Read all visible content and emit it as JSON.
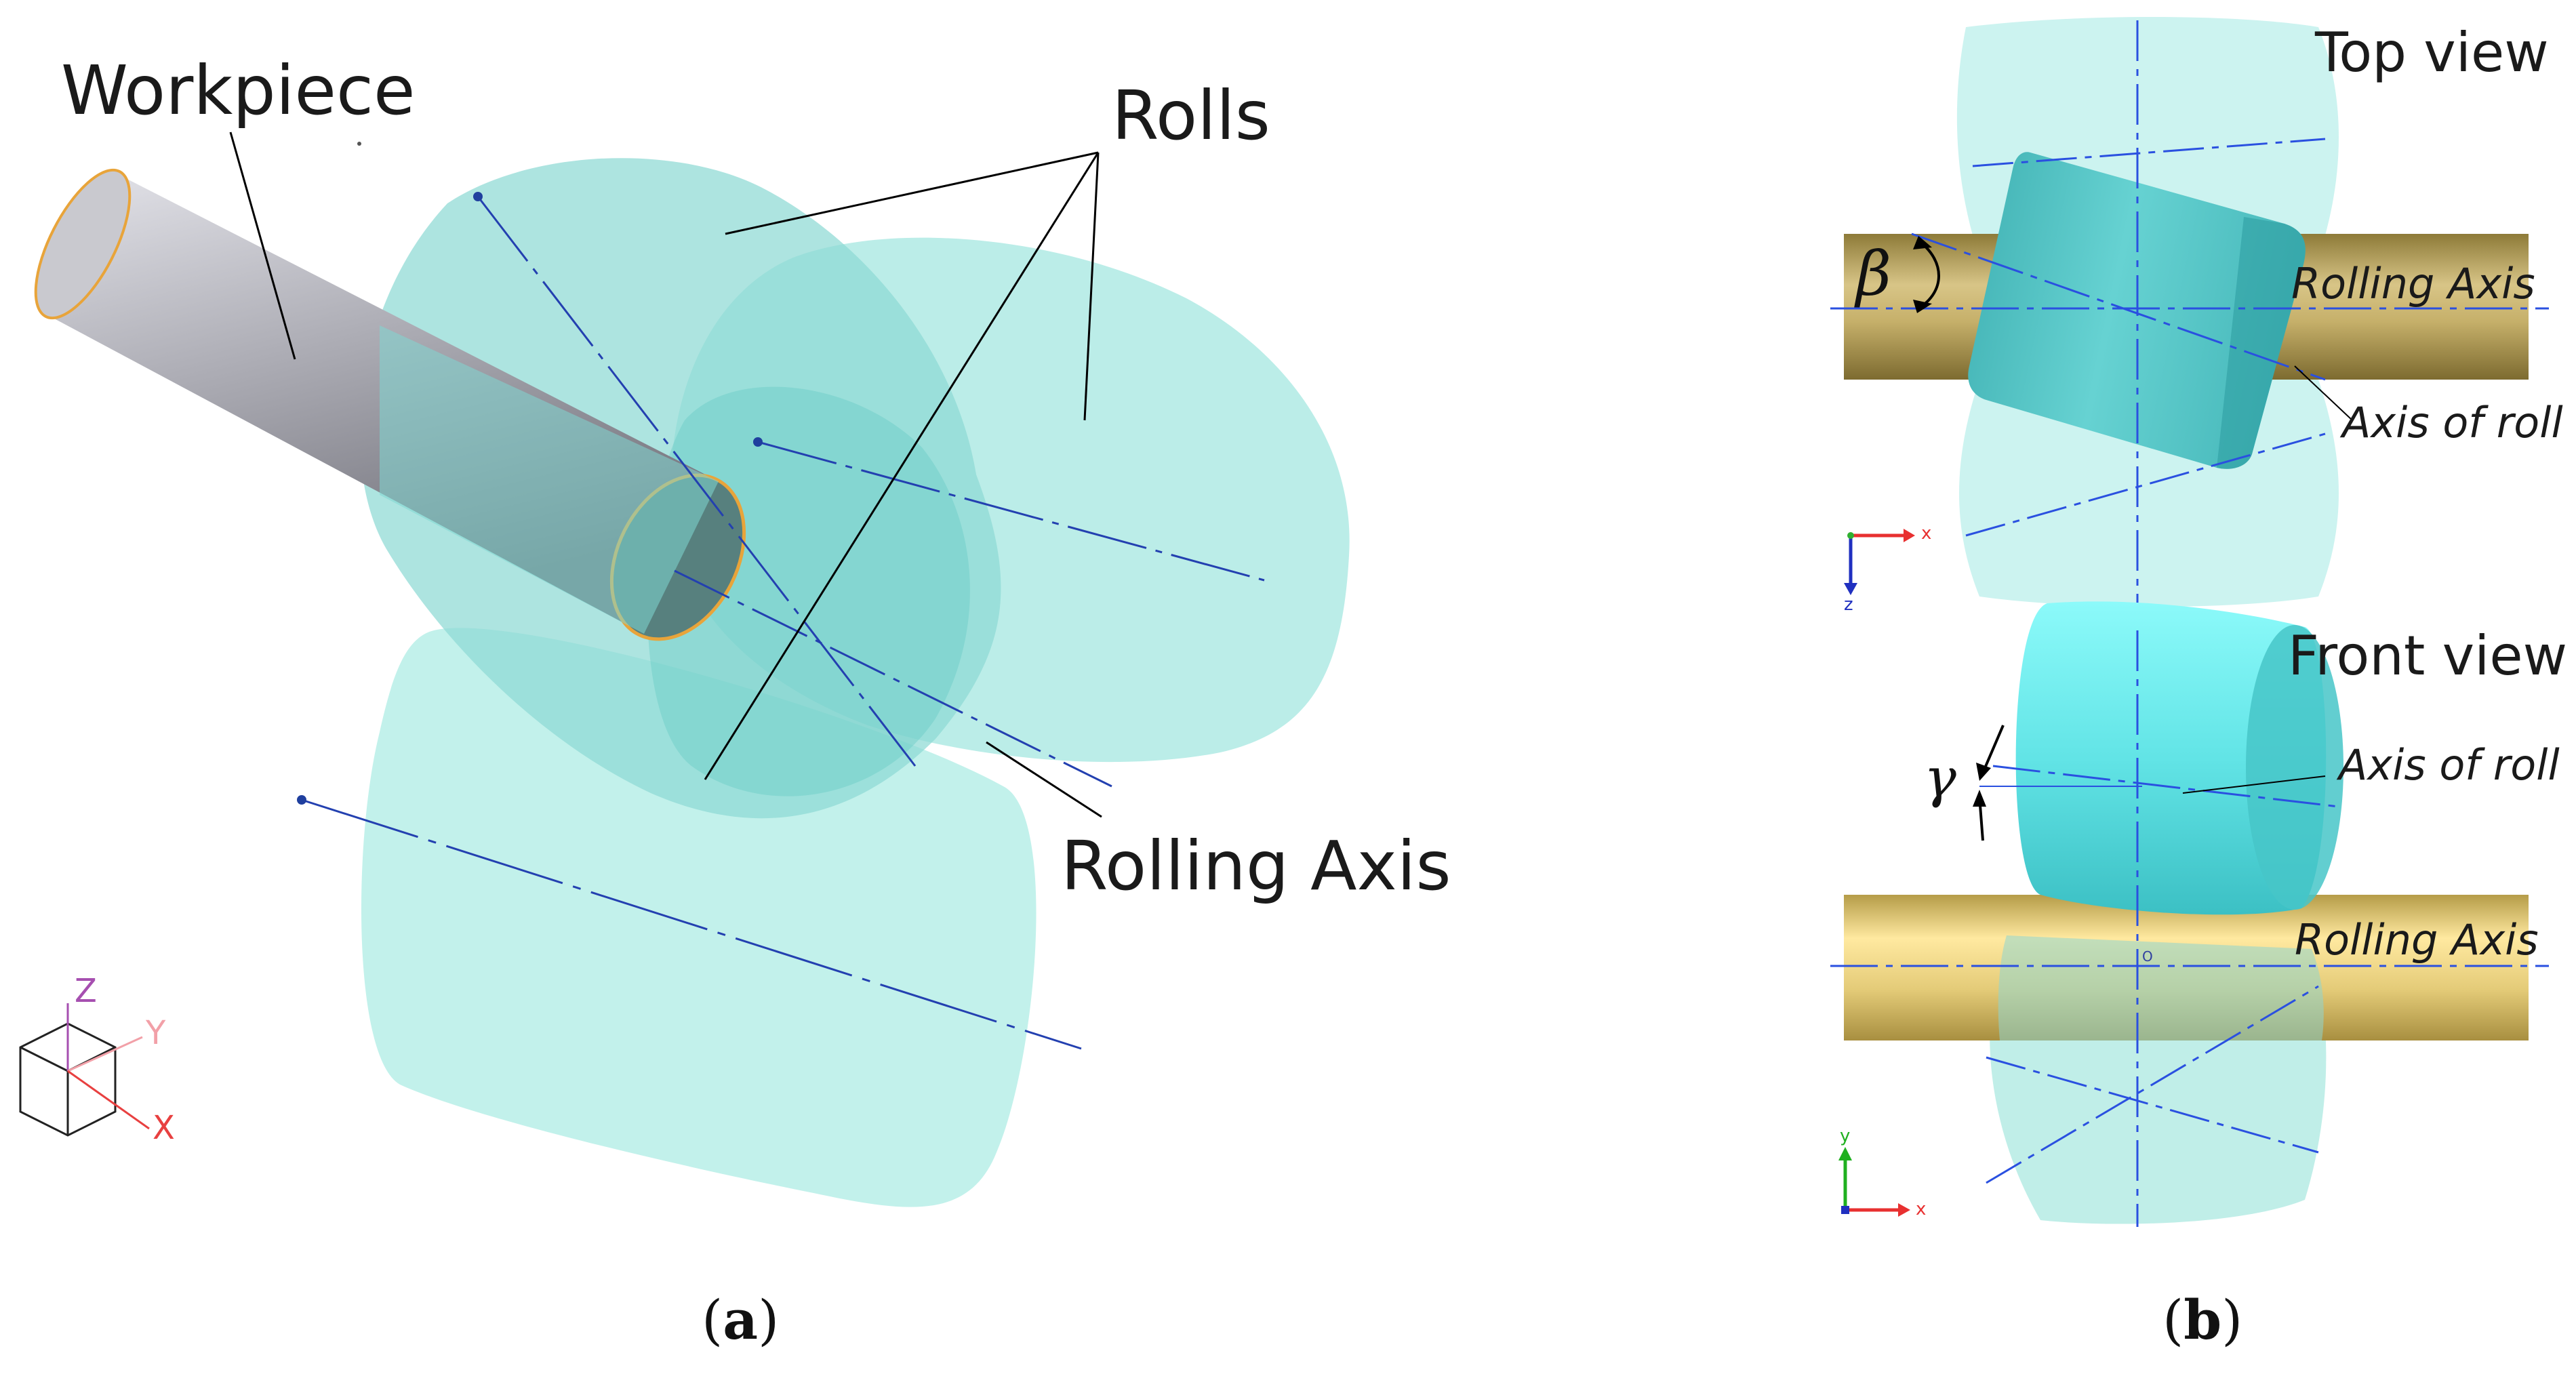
{
  "panel_a": {
    "label_workpiece": "Workpiece",
    "label_rolls": "Rolls",
    "label_rolling_axis": "Rolling Axis",
    "triad": {
      "z": "Z",
      "y": "Y",
      "x": "X"
    },
    "caption": {
      "open": "(",
      "letter": "a",
      "close": ")"
    }
  },
  "panel_b": {
    "top_view": {
      "title": "Top view",
      "angle_symbol": "β",
      "rolling_axis": "Rolling Axis",
      "axis_of_roll": "Axis of roll",
      "triad": {
        "x": "x",
        "z": "z"
      }
    },
    "front_view": {
      "title": "Front view",
      "angle_symbol": "γ",
      "axis_of_roll": "Axis of roll",
      "rolling_axis": "Rolling Axis",
      "triad": {
        "y": "y",
        "x": "x"
      }
    },
    "caption": {
      "open": "(",
      "letter": "b",
      "close": ")"
    }
  },
  "colors": {
    "roll_translucent": "#9ee8e0",
    "roll_solid": "#5fcdcd",
    "roll_bright": "#74f2f2",
    "workpiece": "#9a9aa4",
    "rolling_bar": "#c9b46e",
    "axis_line": "#1f3fae",
    "axis_dash_blue": "#2a50e0"
  }
}
